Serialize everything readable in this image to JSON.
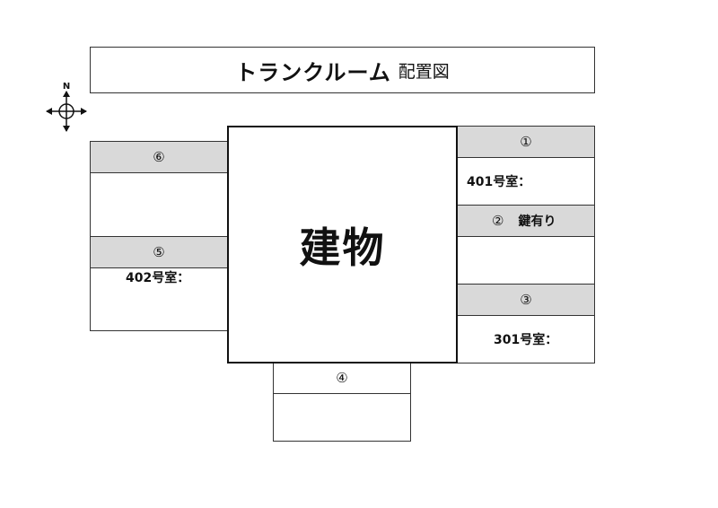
{
  "title": {
    "main": "トランクルーム",
    "sub": "配置図"
  },
  "compass": {
    "label": "N",
    "icon": "north-compass-icon"
  },
  "building": {
    "label": "建物"
  },
  "units": {
    "u1": {
      "number": "①",
      "room": "401号室："
    },
    "u2": {
      "number": "②",
      "note": "鍵有り"
    },
    "u3": {
      "number": "③",
      "room": "301号室："
    },
    "u4": {
      "number": "④"
    },
    "u5": {
      "number": "⑤",
      "room": "402号室："
    },
    "u6": {
      "number": "⑥"
    }
  },
  "colors": {
    "header_fill": "#d9d9d9",
    "line": "#333333"
  }
}
